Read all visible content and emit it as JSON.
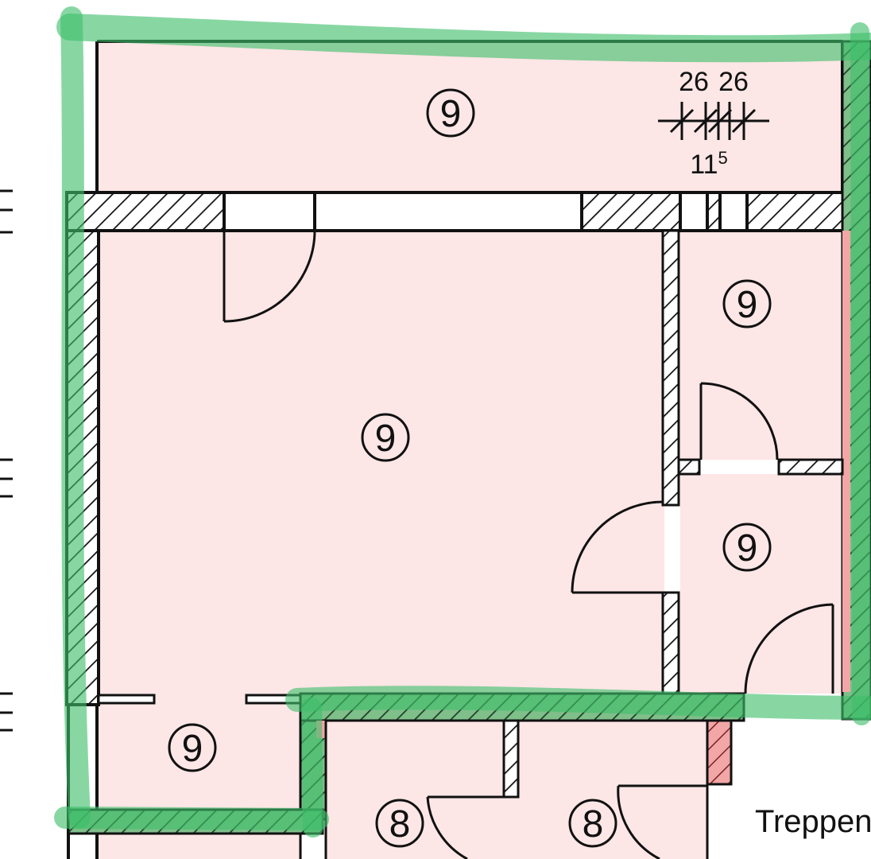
{
  "colors": {
    "room_fill": "#fde6e6",
    "wall_line": "#111111",
    "hatch_fill": "#ffffff",
    "marker_green": "#3fbf6a",
    "marker_red": "#e86a6a"
  },
  "plan": {
    "room_tags": [
      "9",
      "9",
      "9",
      "9",
      "9",
      "8",
      "8"
    ],
    "stair_dimension": {
      "riser_labels": [
        "26",
        "26"
      ],
      "tread_label": "11",
      "tread_superscript": "5"
    },
    "text_label": "Treppen"
  }
}
